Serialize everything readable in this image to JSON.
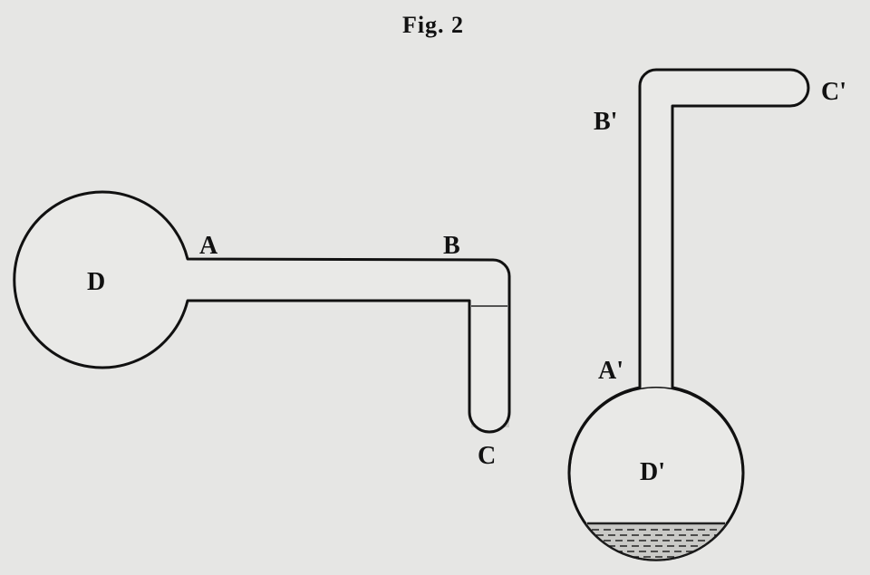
{
  "figure": {
    "title": "Fig. 2"
  },
  "left_apparatus": {
    "labels": {
      "bulb": "D",
      "tube_start": "A",
      "tube_bend": "B",
      "tube_end": "C"
    }
  },
  "right_apparatus": {
    "labels": {
      "bulb": "D'",
      "tube_start": "A'",
      "tube_bend": "B'",
      "tube_end": "C'"
    }
  }
}
